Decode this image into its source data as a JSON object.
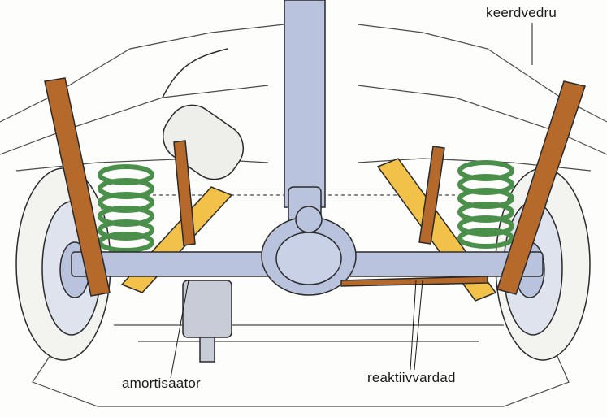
{
  "labels": {
    "coil_spring": "keerdvedru",
    "shock_absorber": "amortisaator",
    "trailing_arms": "reaktiivvardad"
  },
  "colors": {
    "background": "#fdfdfb",
    "outline": "#2a2a2a",
    "axle": "#b9c3dd",
    "rust_arm": "#b56a2c",
    "yellow_arm": "#f2c14a",
    "spring": "#4a8f4a",
    "shock": "#c8ccd6"
  }
}
